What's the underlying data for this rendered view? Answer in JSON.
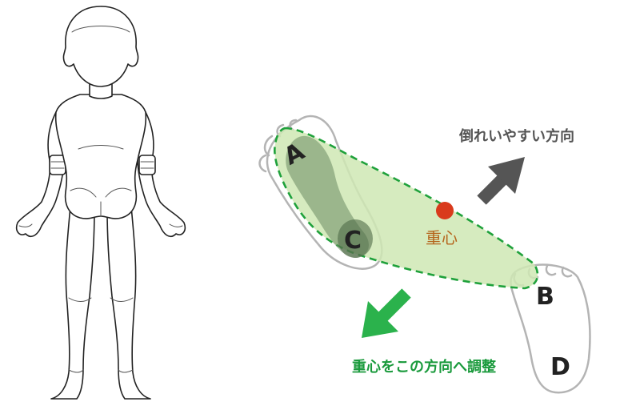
{
  "labels": {
    "fall_direction": "倒れいやすい方向",
    "center_of_gravity": "重心",
    "adjust_direction": "重心をこの方向へ調整",
    "point_a": "A",
    "point_b": "B",
    "point_c": "C",
    "point_d": "D"
  },
  "colors": {
    "support_fill": "#cfe8b4",
    "support_dash": "#1fa13b",
    "foot_outline": "#b4b4b4",
    "sole_shadow": "#6b8a63",
    "cog_dot": "#d93a1c",
    "cog_label": "#b5651d",
    "fall_arrow": "#555555",
    "adjust_arrow": "#2bb24c",
    "adjust_label": "#1a9a3c",
    "fall_label": "#555555"
  }
}
